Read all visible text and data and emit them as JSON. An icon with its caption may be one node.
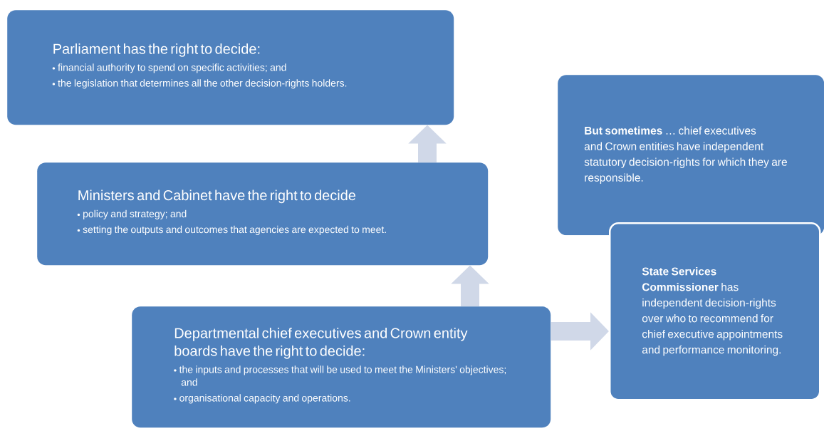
{
  "diagram": {
    "nodes": [
      {
        "text": [
          "Parliament has the right to decide:",
          "financial authority to spend on specific activities; and",
          "the legislation that determines all the other decision-rights holders."
        ]
      },
      {
        "text": [
          "Ministers and Cabinet have the right to decide",
          "policy and strategy; and",
          "setting the outputs and outcomes that agencies are expected to meet."
        ]
      },
      {
        "text": [
          "Departmental chief executives and Crown entity boards have the right to decide:",
          "the inputs and processes that will be used to meet the Ministers' objectives; and",
          "organisational capacity and operations."
        ]
      },
      {
        "text": [
          "**But sometimes** … chief executives and Crown entities have independent statutory decision-rights for which they are responsible."
        ]
      },
      {
        "text": [
          "**State Services Commissioner** has independent decision-rights over who to recommend for chief executive appointments and performance monitoring."
        ]
      }
    ],
    "edges": [
      {
        "from": 2,
        "to": 1,
        "arrow": "to"
      },
      {
        "from": 1,
        "to": 0,
        "arrow": "to"
      },
      {
        "from": 2,
        "to": 4,
        "arrow": "to"
      }
    ]
  }
}
